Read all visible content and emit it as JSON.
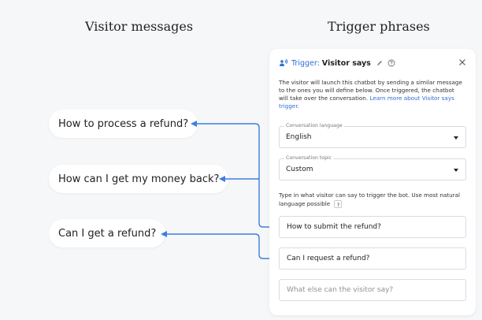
{
  "headings": {
    "left": "Visitor messages",
    "right": "Trigger phrases"
  },
  "visitor_messages": [
    "How to process a refund?",
    "How can I get my money back?",
    "Can I get a refund?"
  ],
  "panel": {
    "trigger_label": "Trigger:",
    "trigger_value": "Visitor says",
    "description": "The visitor will launch this chatbot by sending a similar message to the ones you will define below. Once triggered, the chatbot will take over the conversation.",
    "learn_more": "Learn more about Visitor says trigger.",
    "language": {
      "label": "Conversation language",
      "value": "English"
    },
    "topic": {
      "label": "Conversation topic",
      "value": "Custom"
    },
    "hint": "Type in what visitor can say to trigger the bot. Use most natural language possible",
    "hint_help": "?",
    "phrases": [
      "How to submit the refund?",
      "Can I request a refund?"
    ],
    "phrase_placeholder": "What else can the visitor say?"
  },
  "colors": {
    "accent": "#2f6fd6",
    "arrow": "#3d7fe0",
    "background": "#f6f7f8"
  },
  "icons": {
    "trigger": "speaker-waves-icon",
    "edit": "pencil-icon",
    "help": "help-circle-icon",
    "close": "close-icon"
  }
}
